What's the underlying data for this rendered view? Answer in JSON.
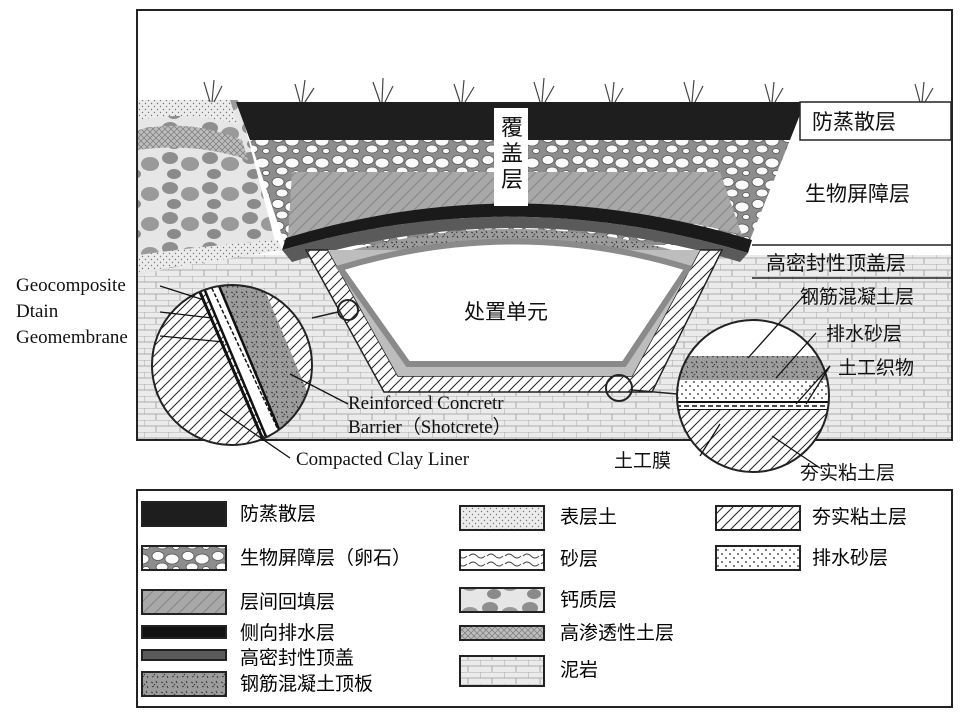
{
  "labels": {
    "cover": "覆盖层",
    "evap": "防蒸散层",
    "bio": "生物屏障层",
    "hd_cap": "高密封性顶盖层",
    "unit": "处置单元",
    "rc": "钢筋混凝土层",
    "drain_sand": "排水砂层",
    "geotextile": "土工织物",
    "geomembrane_cn": "土工膜",
    "clay_cn": "夯实粘土层",
    "geocomposite": "Geocomposite",
    "drain": "Dtain",
    "geomembrane": "Geomembrane",
    "rcb1": "Reinforced Concretr",
    "rcb2": "Barrier（Shotcrete）",
    "ccl": "Compacted Clay Liner"
  },
  "legend": [
    {
      "label": "防蒸散层",
      "pattern": "black"
    },
    {
      "label": "生物屏障层（卵石）",
      "pattern": "cobble"
    },
    {
      "label": "层间回填层",
      "pattern": "backfill"
    },
    {
      "label": "侧向排水层",
      "pattern": "lateral"
    },
    {
      "label": "高密封性顶盖",
      "pattern": "hdcap"
    },
    {
      "label": "钢筋混凝土顶板",
      "pattern": "concrete"
    },
    {
      "label": "表层土",
      "pattern": "topsoil"
    },
    {
      "label": "砂层",
      "pattern": "sand"
    },
    {
      "label": "钙质层",
      "pattern": "calcic"
    },
    {
      "label": "高渗透性土层",
      "pattern": "permeable"
    },
    {
      "label": "泥岩",
      "pattern": "mudstone"
    },
    {
      "label": "夯实粘土层",
      "pattern": "clay"
    },
    {
      "label": "排水砂层",
      "pattern": "drainsand"
    }
  ]
}
